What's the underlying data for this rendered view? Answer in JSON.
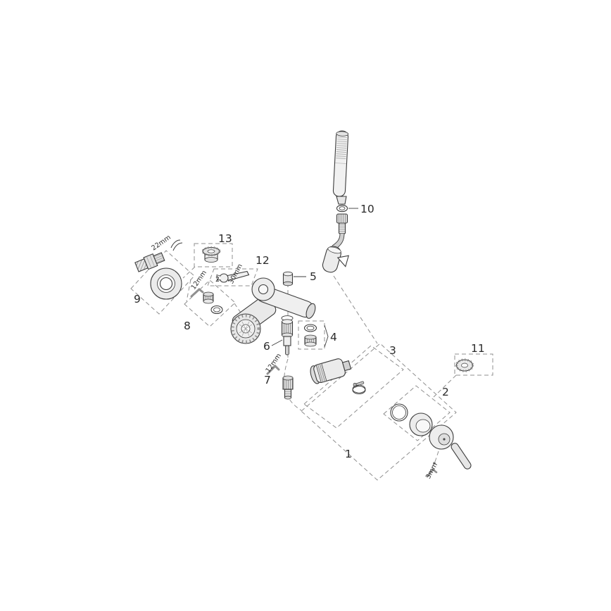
{
  "diagram": {
    "type": "exploded-parts-diagram",
    "background": "#ffffff",
    "line_color": "#3c3c3c",
    "dash_color": "#8f8f8f",
    "fill_light": "#ececec",
    "fill_mid": "#d9d9d9",
    "callouts": {
      "c1": "1",
      "c2": "2",
      "c3": "3",
      "c4": "4",
      "c5": "5",
      "c6": "6",
      "c7": "7",
      "c8": "8",
      "c9": "9",
      "c10": "10",
      "c11": "11",
      "c12": "12",
      "c13": "13"
    },
    "dimensions": {
      "d22": "22mm",
      "d12_upper": "12mm",
      "d30": "30mm",
      "d2_small": "2",
      "d12_lower": "12mm",
      "d3": "3mm"
    }
  }
}
